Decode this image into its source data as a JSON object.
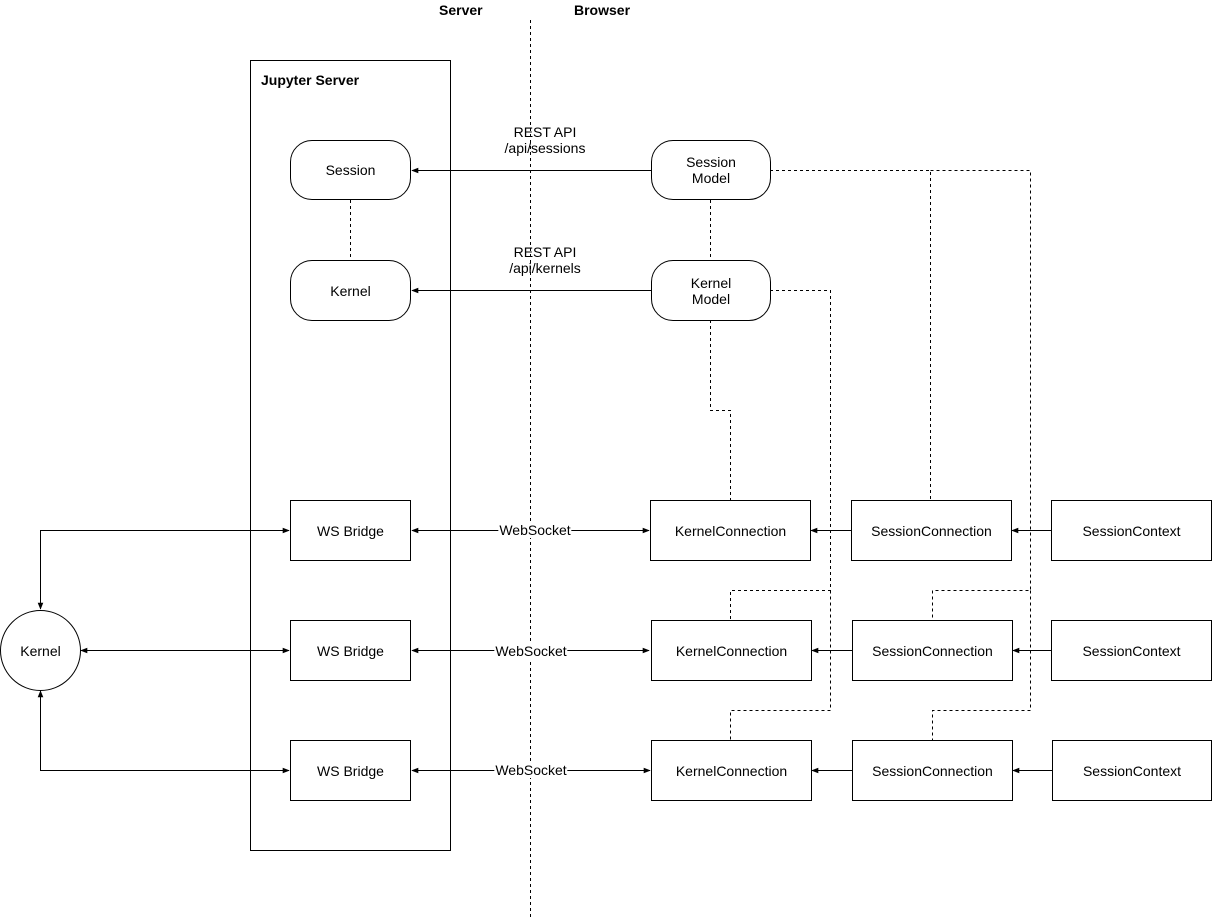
{
  "headers": {
    "server": "Server",
    "browser": "Browser"
  },
  "container": {
    "title": "Jupyter Server"
  },
  "server_nodes": {
    "session": "Session",
    "kernel": "Kernel",
    "ws_bridge_1": "WS Bridge",
    "ws_bridge_2": "WS Bridge",
    "ws_bridge_3": "WS Bridge"
  },
  "kernel_process": "Kernel",
  "browser_nodes": {
    "session_model": "Session\nModel",
    "kernel_model": "Kernel\nModel",
    "kernel_connection_1": "KernelConnection",
    "kernel_connection_2": "KernelConnection",
    "kernel_connection_3": "KernelConnection",
    "session_connection_1": "SessionConnection",
    "session_connection_2": "SessionConnection",
    "session_connection_3": "SessionConnection",
    "session_context_1": "SessionContext",
    "session_context_2": "SessionContext",
    "session_context_3": "SessionContext"
  },
  "edge_labels": {
    "sessions_api": "REST API\n/api/sessions",
    "kernels_api": "REST API\n/api/kernels",
    "websocket_1": "WebSocket",
    "websocket_2": "WebSocket",
    "websocket_3": "WebSocket"
  }
}
